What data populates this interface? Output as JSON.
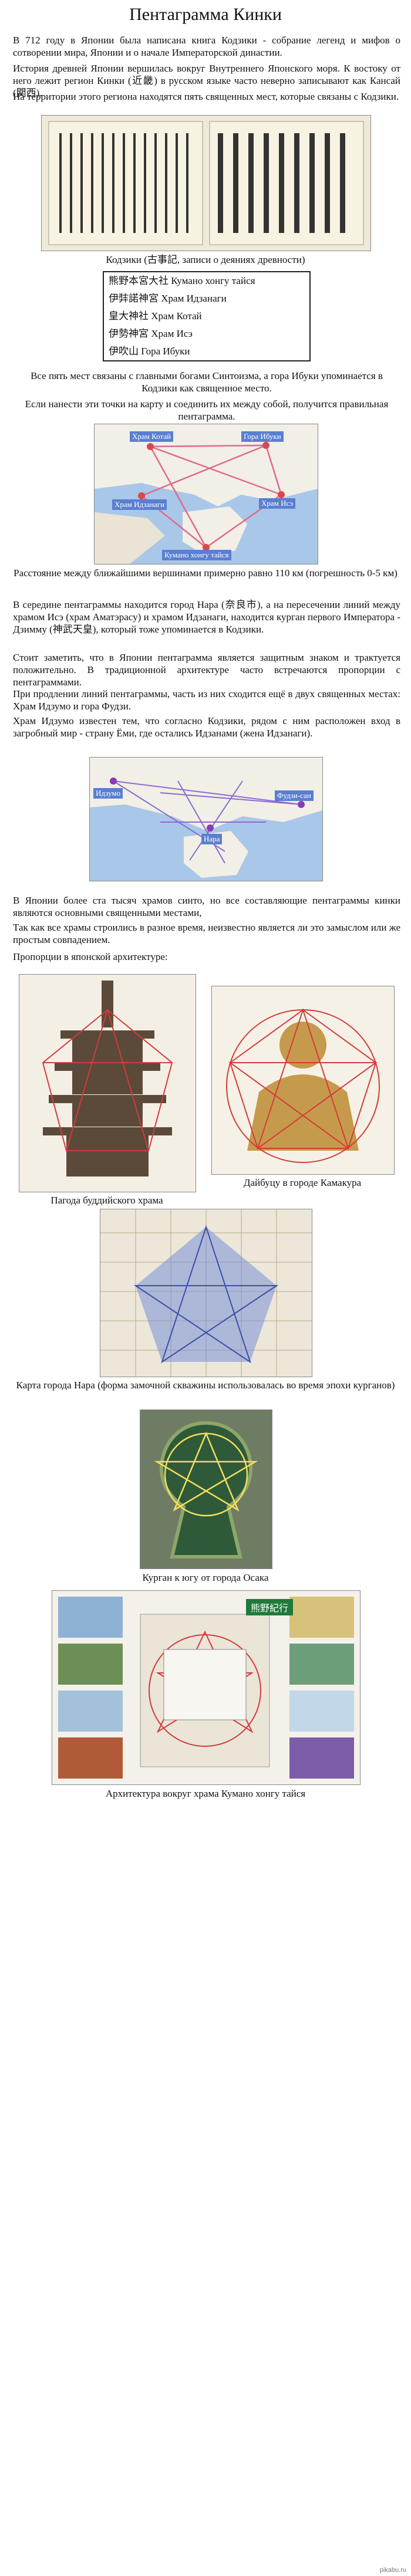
{
  "title": "Пентаграмма Кинки",
  "p1": "В 712 году в Японии была написана книга Кодзики - собрание легенд и мифов о сотворении мира, Японии и о начале Императорской династии.",
  "p2": "История древней Японии вершилась вокруг Внутреннего Японского моря. К востоку от него лежит регион Кинки (近畿) в русском языке часто неверно записывают как Кансай (関西).",
  "p3": "На территории этого региона находятся пять священных мест, которые связаны с Кодзики.",
  "cap1": "Кодзики (古事記, записи о деяниях древности)",
  "places": [
    "熊野本宮大社 Кумано хонгу тайся",
    "伊弉諾神宮 Храм Идзанаги",
    "皇大神社 Храм Котай",
    "伊勢神宮 Храм Исэ",
    "伊吹山 Гора Ибуки"
  ],
  "p4": "Все пять мест связаны с главными богами Синтоизма, а гора Ибуки упоминается в Кодзики как священное место.",
  "p5": "Если нанести эти точки на карту и соединить их между собой, получится правильная пентаграмма.",
  "map1_labels": {
    "kotai": "Храм Котай",
    "ibuki": "Гора Ибуки",
    "izanagi": "Храм Идзанаги",
    "ise": "Храм Исэ",
    "kumano": "Кумано хонгу тайся"
  },
  "cap2": "Расстояние между ближайшими вершинами примерно равно 110 км (погрешность 0-5 км)",
  "p6": "В середине пентаграммы находится город Нара (奈良市), а на пересечении линий между храмом Исэ (храм Аматэрасу) и храмом Идзанаги, находится курган первого Императора - Дзимму (神武天皇), который тоже упоминается в Кодзики.",
  "p7": "Стоит заметить, что в Японии пентаграмма является защитным знаком и трактуется положительно. В традиционной архитектуре часто встречаются пропорции с пентаграммами.",
  "p8": "При продлении линий пентаграммы, часть из них сходится ещё в двух священных местах: Храм Идзумо и гора Фудзи.",
  "p9": "Храм Идзумо известен тем, что согласно Кодзики, рядом с ним расположен вход в загробный мир - страну Ёми, где остались Идзанами (жена Идзанаги).",
  "map2_labels": {
    "izumo": "Идзумо",
    "fuji": "Фудзи-сан",
    "nara": "Нара"
  },
  "p10": "В Японии более ста тысяч храмов синто, но все составляющие пентаграммы кинки являются основными священными местами,",
  "p11": "Так как все храмы строились в разное время, неизвестно является ли это замыслом или же простым совпадением.",
  "p12": "Пропорции в японской архитектуре:",
  "cap_pagoda": "Пагода буддийского храма",
  "cap_daibutsu": "Дайбуцу в городе Камакура",
  "cap_nara": "Карта города Нара (форма замочной скважины использовалась во время эпохи курганов)",
  "cap_kofun": "Курган к югу от города Осака",
  "poster_title": "熊野紀行",
  "cap_kumano": "Архитектура вокруг храма Кумано хонгу тайся",
  "watermark": "pikabu.ru",
  "colors": {
    "map_water": "#a9c7e8",
    "map_land": "#f2efe6",
    "line": "#e06a8a",
    "label_bg": "#5a7fd1"
  }
}
